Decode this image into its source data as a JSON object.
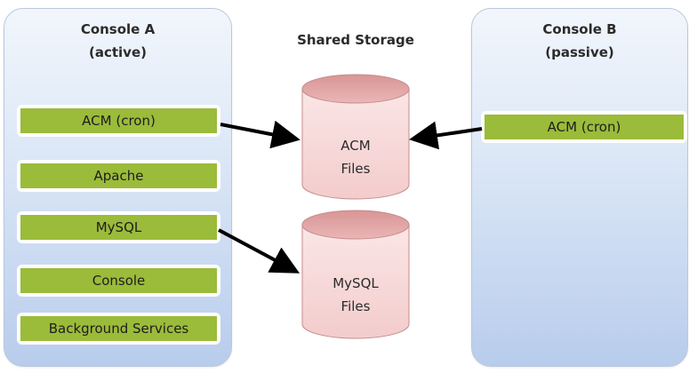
{
  "console_a": {
    "title_line1": "Console A",
    "title_line2": "(active)",
    "components": [
      "ACM (cron)",
      "Apache",
      "MySQL",
      "Console",
      "Background Services"
    ]
  },
  "console_b": {
    "title_line1": "Console B",
    "title_line2": "(passive)",
    "components": [
      "ACM (cron)"
    ]
  },
  "shared_storage": {
    "title": "Shared Storage",
    "acm_files": {
      "line1": "ACM",
      "line2": "Files"
    },
    "mysql_files": {
      "line1": "MySQL",
      "line2": "Files"
    }
  },
  "colors": {
    "component_fill": "#9bbb3a",
    "panel_gradient_top": "#f2f6fc",
    "panel_gradient_bottom": "#b8ccec",
    "cylinder_body": "#f6d8d8",
    "cylinder_top": "#e3a6a6",
    "arrow": "#000000"
  },
  "icons": {
    "storage": "database-cylinder",
    "flow": "arrow-right"
  }
}
